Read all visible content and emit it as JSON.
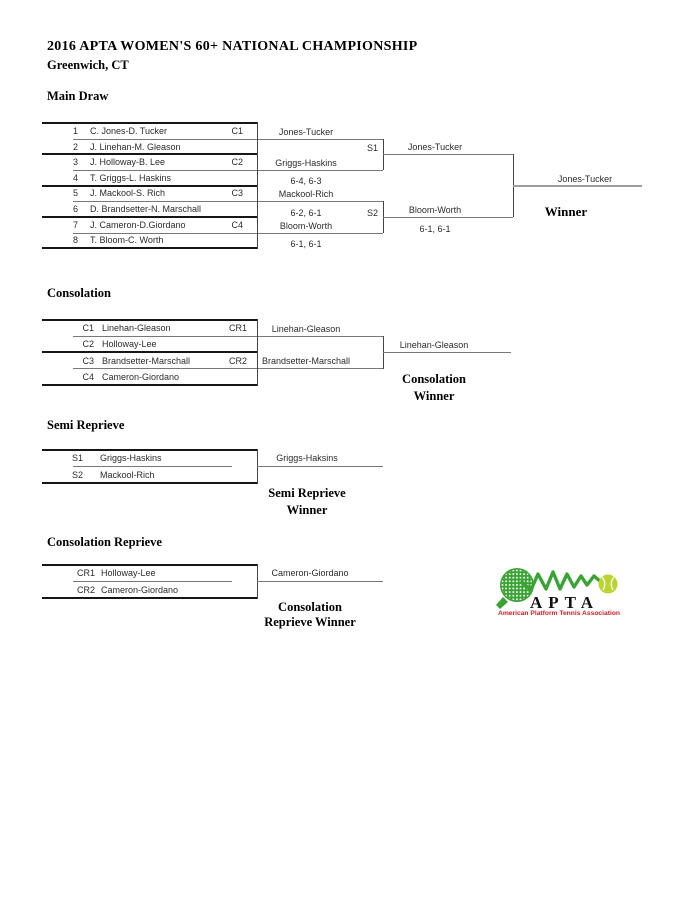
{
  "header": {
    "title": "2016 APTA WOMEN'S 60+ NATIONAL CHAMPIONSHIP",
    "location": "Greenwich, CT"
  },
  "main_draw": {
    "heading": "Main Draw",
    "entries": [
      {
        "seed": "1",
        "team": "C. Jones-D. Tucker",
        "tag": "C1"
      },
      {
        "seed": "2",
        "team": "J. Linehan-M. Gleason"
      },
      {
        "seed": "3",
        "team": "J. Holloway-B. Lee",
        "tag": "C2"
      },
      {
        "seed": "4",
        "team": "T. Griggs-L. Haskins"
      },
      {
        "seed": "5",
        "team": "J. Mackool-S. Rich",
        "tag": "C3"
      },
      {
        "seed": "6",
        "team": "D. Brandsetter-N. Marschall"
      },
      {
        "seed": "7",
        "team": "J. Cameron-D.Giordano",
        "tag": "C4"
      },
      {
        "seed": "8",
        "team": "T. Bloom-C. Worth"
      }
    ],
    "round1_winners": [
      "Jones-Tucker",
      "Griggs-Haskins",
      "Mackool-Rich",
      "Bloom-Worth"
    ],
    "round1_scores": [
      "6-4, 6-3",
      "6-2, 6-1",
      "6-1, 6-1"
    ],
    "semi_labels": [
      "S1",
      "S2"
    ],
    "semi_winners": [
      "Jones-Tucker",
      "Bloom-Worth"
    ],
    "semi_score": "6-1, 6-1",
    "champion": "Jones-Tucker",
    "winner_label": "Winner"
  },
  "consolation": {
    "heading": "Consolation",
    "entries": [
      {
        "seed": "C1",
        "team": "Linehan-Gleason",
        "tag": "CR1"
      },
      {
        "seed": "C2",
        "team": "Holloway-Lee"
      },
      {
        "seed": "C3",
        "team": "Brandsetter-Marschall",
        "tag": "CR2"
      },
      {
        "seed": "C4",
        "team": "Cameron-Giordano"
      }
    ],
    "round1_winners": [
      "Linehan-Gleason",
      "Brandsetter-Marschall"
    ],
    "champion": "Linehan-Gleason",
    "winner_line1": "Consolation",
    "winner_line2": "Winner"
  },
  "semi_reprieve": {
    "heading": "Semi Reprieve",
    "entries": [
      {
        "seed": "S1",
        "team": "Griggs-Haskins"
      },
      {
        "seed": "S2",
        "team": "Mackool-Rich"
      }
    ],
    "champion": "Griggs-Haksins",
    "winner_line1": "Semi Reprieve",
    "winner_line2": "Winner"
  },
  "consolation_reprieve": {
    "heading": "Consolation Reprieve",
    "entries": [
      {
        "seed": "CR1",
        "team": "Holloway-Lee"
      },
      {
        "seed": "CR2",
        "team": "Cameron-Giordano"
      }
    ],
    "champion": "Cameron-Giordano",
    "winner_line1": "Consolation",
    "winner_line2": "Reprieve Winner"
  },
  "logo": {
    "acronym": "APTA",
    "full_name": "American Platform Tennis Association",
    "green": "#3aa335",
    "ball_color": "#b9d532",
    "red": "#cc2027"
  }
}
